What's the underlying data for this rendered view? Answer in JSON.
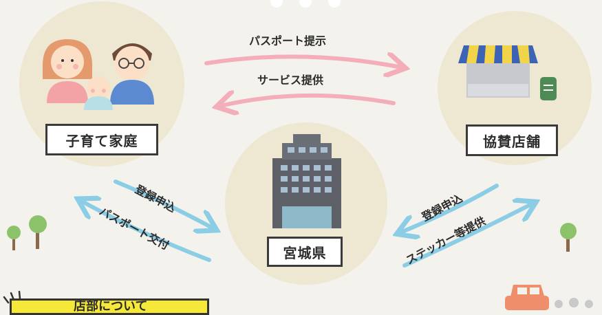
{
  "nodes": {
    "family": "子育て家庭",
    "shop": "協賛店舗",
    "prefecture": "宮城県"
  },
  "flows": {
    "passport_show": "パスポート提示",
    "service_provide": "サービス提供",
    "register_family": "登録申込",
    "passport_issue": "パスポート交付",
    "register_shop": "登録申込",
    "sticker_provide": "ステッカー等提供"
  },
  "banner": {
    "partial_text": "店部について"
  },
  "colors": {
    "background": "#f4f2ec",
    "circle": "#eee7d2",
    "pink_arrow": "#f3aeb9",
    "blue_arrow": "#8ccde6",
    "banner": "#f5e839"
  }
}
